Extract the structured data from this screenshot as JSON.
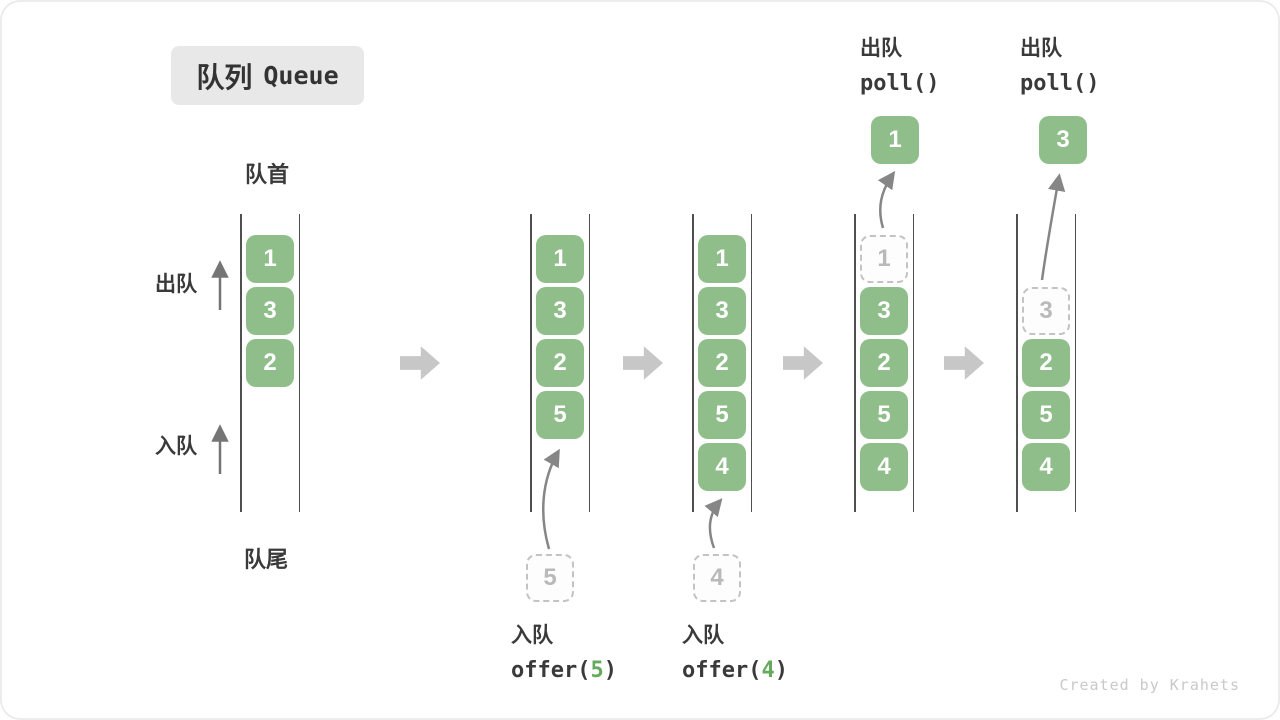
{
  "title": {
    "zh": "队列",
    "en": "Queue"
  },
  "labels": {
    "front": "队首",
    "rear": "队尾",
    "dequeue": "出队",
    "enqueue": "入队"
  },
  "colors": {
    "cell_green": "#8FBE8B",
    "code_green": "#64A95C",
    "block_arrow_gray": "#C7C7C7",
    "dashed_gray": "#C3C3C3"
  },
  "watermark": "Created by Krahets",
  "queues": [
    {
      "id": "initial",
      "cells": [
        {
          "value": "1",
          "type": "solid"
        },
        {
          "value": "3",
          "type": "solid"
        },
        {
          "value": "2",
          "type": "solid"
        }
      ]
    },
    {
      "id": "after-offer-5",
      "cells": [
        {
          "value": "1",
          "type": "solid"
        },
        {
          "value": "3",
          "type": "solid"
        },
        {
          "value": "2",
          "type": "solid"
        },
        {
          "value": "5",
          "type": "solid"
        }
      ],
      "staged": {
        "value": "5"
      }
    },
    {
      "id": "after-offer-4",
      "cells": [
        {
          "value": "1",
          "type": "solid"
        },
        {
          "value": "3",
          "type": "solid"
        },
        {
          "value": "2",
          "type": "solid"
        },
        {
          "value": "5",
          "type": "solid"
        },
        {
          "value": "4",
          "type": "solid"
        }
      ],
      "staged": {
        "value": "4"
      }
    },
    {
      "id": "after-poll-1",
      "cells": [
        {
          "value": "1",
          "type": "dashed"
        },
        {
          "value": "3",
          "type": "solid"
        },
        {
          "value": "2",
          "type": "solid"
        },
        {
          "value": "5",
          "type": "solid"
        },
        {
          "value": "4",
          "type": "solid"
        }
      ],
      "polled": {
        "value": "1"
      }
    },
    {
      "id": "after-poll-3",
      "cells": [
        {
          "value": "",
          "type": "empty"
        },
        {
          "value": "3",
          "type": "dashed"
        },
        {
          "value": "2",
          "type": "solid"
        },
        {
          "value": "5",
          "type": "solid"
        },
        {
          "value": "4",
          "type": "solid"
        }
      ],
      "polled": {
        "value": "3"
      }
    }
  ],
  "operations": {
    "enqueue5": {
      "label": "入队",
      "code_prefix": "offer(",
      "code_arg": "5",
      "code_suffix": ")"
    },
    "enqueue4": {
      "label": "入队",
      "code_prefix": "offer(",
      "code_arg": "4",
      "code_suffix": ")"
    },
    "poll1": {
      "label": "出队",
      "code": "poll()"
    },
    "poll2": {
      "label": "出队",
      "code": "poll()"
    }
  }
}
